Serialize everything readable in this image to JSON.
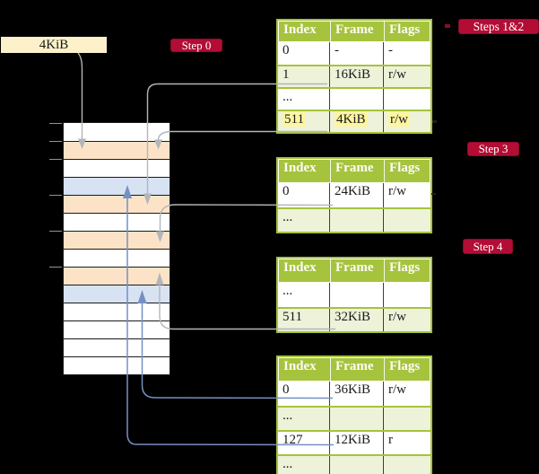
{
  "frame_box": {
    "label": "4KiB"
  },
  "badges": {
    "step0": "Step 0",
    "steps12": "Steps 1&2",
    "step3": "Step 3",
    "step4": "Step 4"
  },
  "memory": {
    "rows": [
      {
        "fill": "white"
      },
      {
        "fill": "peach"
      },
      {
        "fill": "white"
      },
      {
        "fill": "blue"
      },
      {
        "fill": "peach"
      },
      {
        "fill": "white"
      },
      {
        "fill": "peach"
      },
      {
        "fill": "white"
      },
      {
        "fill": "peach"
      },
      {
        "fill": "blue"
      },
      {
        "fill": "white"
      },
      {
        "fill": "white"
      },
      {
        "fill": "white"
      },
      {
        "fill": "white"
      }
    ]
  },
  "tables": [
    {
      "headers": [
        "Index",
        "Frame",
        "Flags"
      ],
      "rows": [
        {
          "cells": [
            "0",
            "-",
            "-"
          ]
        },
        {
          "cells": [
            "1",
            "16KiB",
            "r/w"
          ]
        },
        {
          "cells": [
            "...",
            "",
            ""
          ]
        },
        {
          "cells": [
            "511",
            "4KiB",
            "r/w"
          ]
        }
      ]
    },
    {
      "headers": [
        "Index",
        "Frame",
        "Flags"
      ],
      "rows": [
        {
          "cells": [
            "0",
            "24KiB",
            "r/w"
          ]
        },
        {
          "cells": [
            "...",
            "",
            ""
          ]
        }
      ]
    },
    {
      "headers": [
        "Index",
        "Frame",
        "Flags"
      ],
      "rows": [
        {
          "cells": [
            "...",
            "",
            ""
          ]
        },
        {
          "cells": [
            "511",
            "32KiB",
            "r/w"
          ]
        }
      ]
    },
    {
      "headers": [
        "Index",
        "Frame",
        "Flags"
      ],
      "rows": [
        {
          "cells": [
            "0",
            "36KiB",
            "r/w"
          ]
        },
        {
          "cells": [
            "...",
            "",
            ""
          ]
        },
        {
          "cells": [
            "127",
            "12KiB",
            "r"
          ]
        },
        {
          "cells": [
            "...",
            "",
            ""
          ]
        }
      ]
    }
  ],
  "colors": {
    "table_header_green": "#a6c33d",
    "table_shade_green": "#edf2d9",
    "highlight_yellow": "#fdf5a0",
    "badge_red": "#b30d35",
    "memory_peach": "#fce3c7",
    "memory_blue": "#d7e3f3",
    "frame_box_cream": "#fcf1ca",
    "arrow_gray": "#b2b6ba",
    "arrow_blue": "#7590c2"
  }
}
